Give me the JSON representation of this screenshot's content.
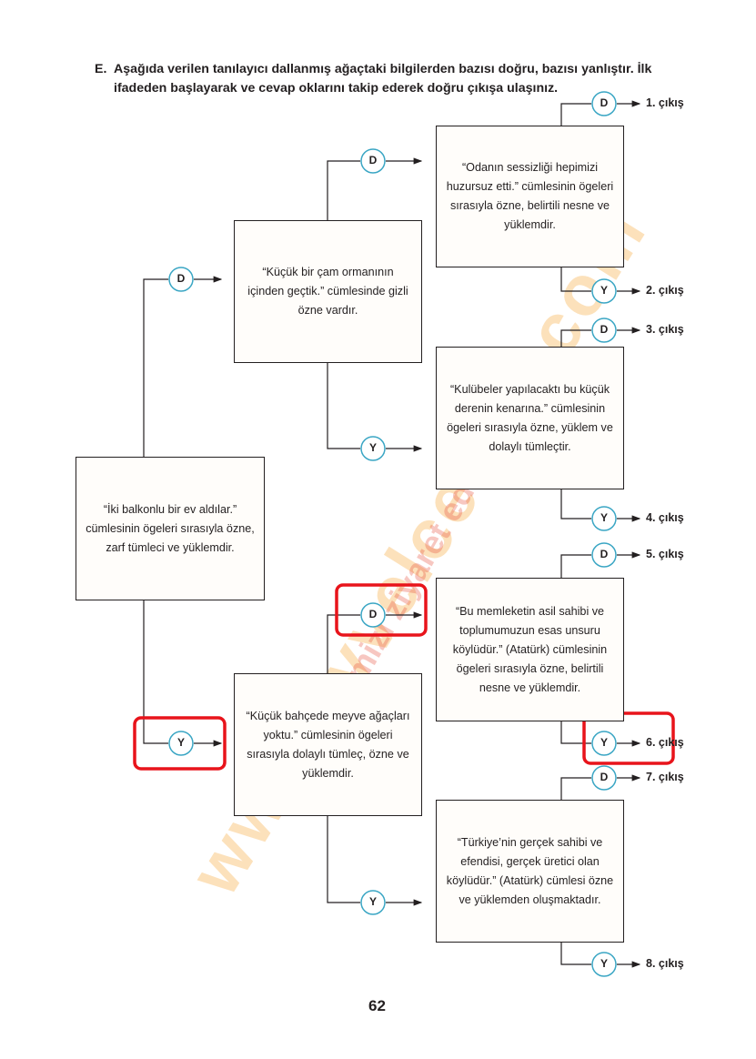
{
  "instruction": {
    "label": "E.",
    "text": "Aşağıda verilen tanılayıcı dallanmış ağaçtaki bilgilerden bazısı doğru, bazısı yanlıştır. İlk ifadeden başlayarak ve cevap oklarını takip ederek doğru çıkışa ulaşınız."
  },
  "nodes": {
    "true": "D",
    "false": "Y"
  },
  "boxes": {
    "root": "“İki balkonlu bir ev aldılar.” cümlesinin ögeleri sırasıyla özne, zarf tümleci ve yüklemdir.",
    "b1": "“Küçük bir çam ormanının içinden geçtik.” cümlesinde gizli özne vardır.",
    "b2": "“Küçük bahçede meyve ağaçları yoktu.” cümlesinin ögeleri sırasıyla dolaylı tümleç, özne ve yüklemdir.",
    "l1": "“Odanın sessizliği hepimizi huzursuz etti.” cümlesinin ögeleri sırasıyla özne, belirtili nesne ve yüklemdir.",
    "l2": "“Kulübeler yapılacaktı bu küçük derenin kenarına.” cümlesinin ögeleri sırasıyla özne, yüklem ve dolaylı tümleçtir.",
    "l3": "“Bu memleketin asil sahibi ve toplumumuzun esas unsuru köylüdür.” (Atatürk) cümlesinin ögeleri sırasıyla özne, belirtili nesne ve yüklemdir.",
    "l4": "“Türkiye’nin gerçek sahibi ve efendisi, gerçek üretici olan köylüdür.” (Atatürk) cümlesi özne ve yüklemden oluşmaktadır."
  },
  "exits": [
    "1. çıkış",
    "2. çıkış",
    "3. çıkış",
    "4. çıkış",
    "5. çıkış",
    "6. çıkış",
    "7. çıkış",
    "8. çıkış"
  ],
  "page_number": "62",
  "watermark": "www.evvelcevap.com",
  "watermark2": "sitemizi ziyaret ediniz",
  "colors": {
    "node_ring": "#3aa6c4",
    "highlight": "#e8141b"
  }
}
